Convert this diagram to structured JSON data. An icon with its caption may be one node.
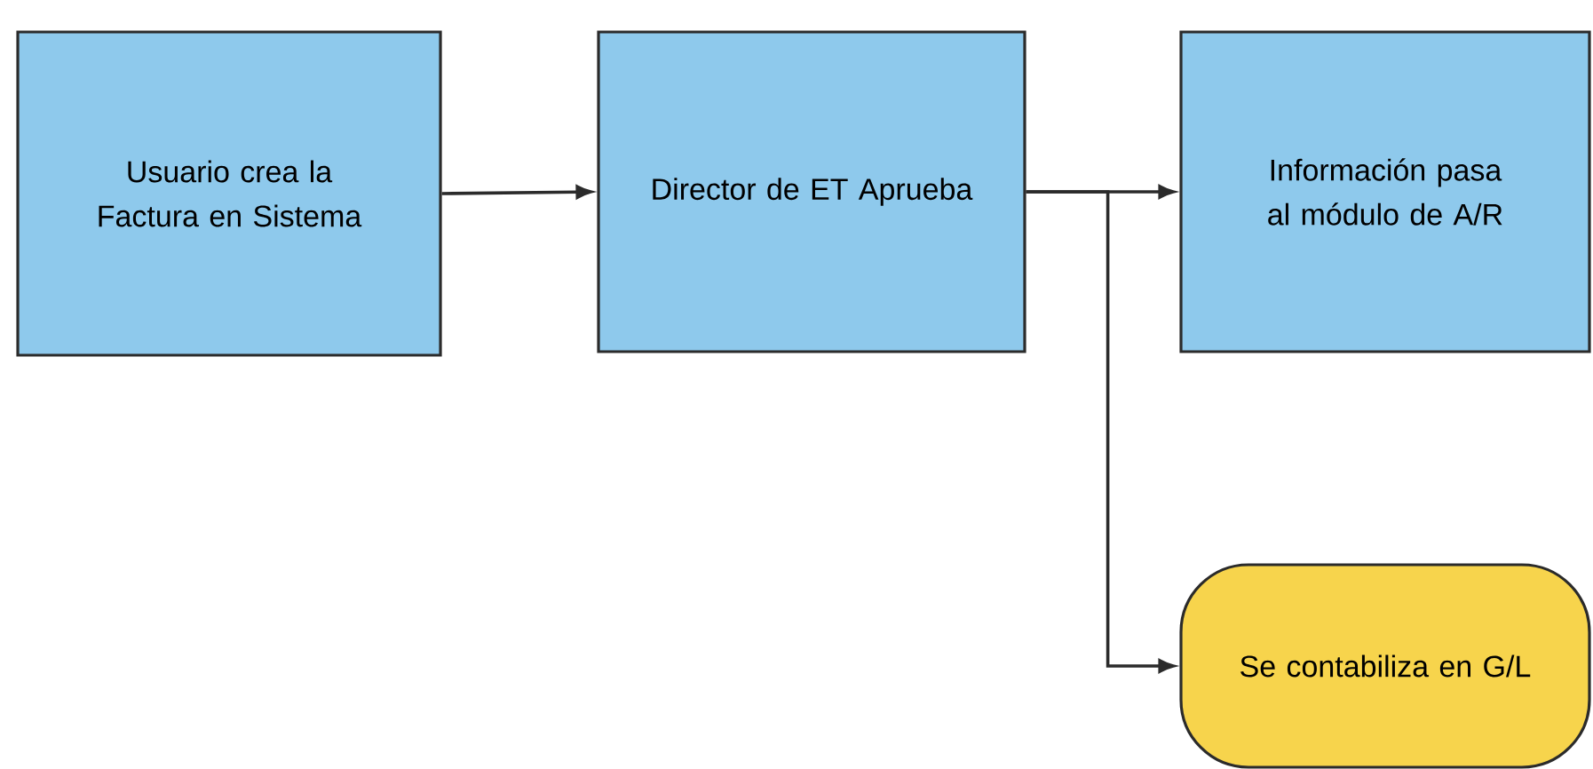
{
  "diagram": {
    "nodes": [
      {
        "text": [
          "Usuario crea la Factura en Sistema"
        ]
      },
      {
        "text": [
          "Director de ET Aprueba"
        ]
      },
      {
        "text": [
          "Información pasa al módulo de A/R"
        ]
      },
      {
        "text": [
          "Se contabiliza en G/L"
        ]
      }
    ],
    "edges": [
      {
        "from": 0,
        "to": 1,
        "arrow": "to"
      },
      {
        "from": 1,
        "to": 2,
        "arrow": "to"
      },
      {
        "from": 1,
        "to": 3,
        "arrow": "to"
      }
    ]
  }
}
